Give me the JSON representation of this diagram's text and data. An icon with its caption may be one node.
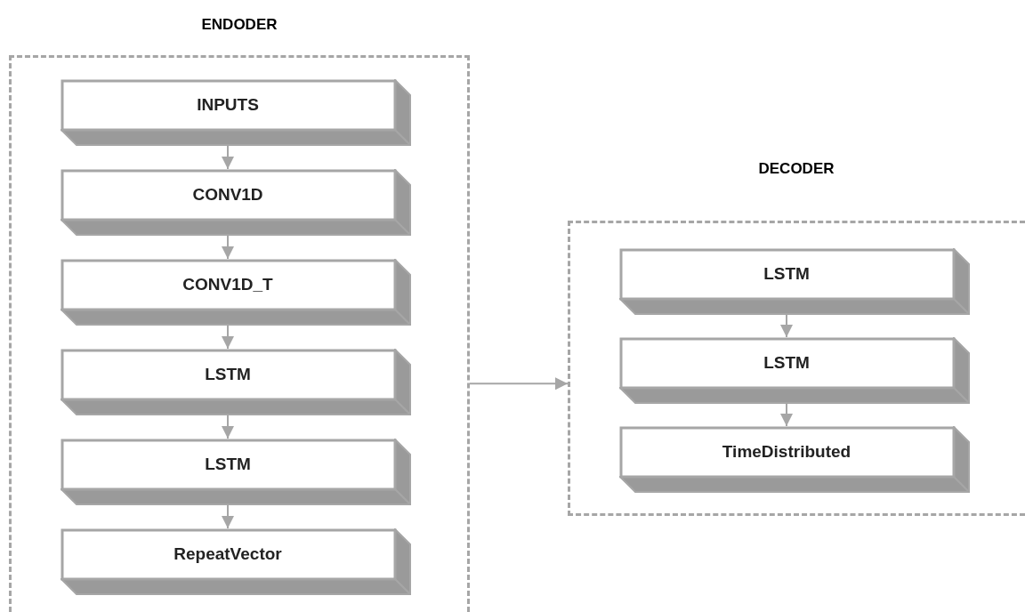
{
  "diagram": {
    "nodes": [
      {
        "text": [
          "ENDODER"
        ]
      },
      {
        "text": [
          "INPUTS"
        ],
        "in": 0
      },
      {
        "text": [
          "CONV1D"
        ],
        "in": 0
      },
      {
        "text": [
          "CONV1D_T"
        ],
        "in": 0
      },
      {
        "text": [
          "LSTM"
        ],
        "in": 0
      },
      {
        "text": [
          "LSTM"
        ],
        "in": 0
      },
      {
        "text": [
          "RepeatVector"
        ],
        "in": 0
      },
      {
        "text": [
          "DECODER"
        ]
      },
      {
        "text": [
          "LSTM"
        ],
        "in": 7
      },
      {
        "text": [
          "LSTM"
        ],
        "in": 7
      },
      {
        "text": [
          "TimeDistributed"
        ],
        "in": 7
      }
    ],
    "edges": [
      {
        "from": 1,
        "to": 2,
        "arrow": "to"
      },
      {
        "from": 2,
        "to": 3,
        "arrow": "to"
      },
      {
        "from": 3,
        "to": 4,
        "arrow": "to"
      },
      {
        "from": 4,
        "to": 5,
        "arrow": "to"
      },
      {
        "from": 5,
        "to": 6,
        "arrow": "to"
      },
      {
        "from": 0,
        "to": 7,
        "arrow": "to"
      },
      {
        "from": 8,
        "to": 9,
        "arrow": "to"
      },
      {
        "from": 9,
        "to": 10,
        "arrow": "to"
      }
    ]
  }
}
